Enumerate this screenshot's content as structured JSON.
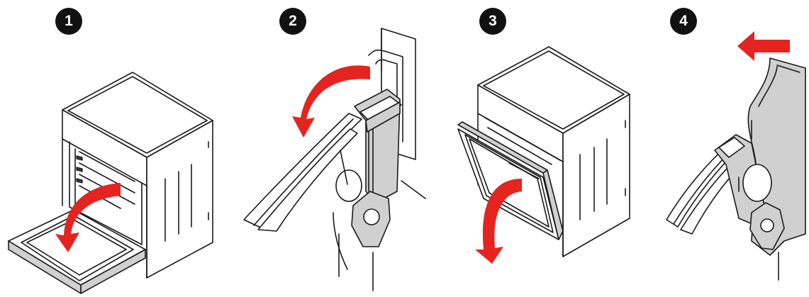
{
  "steps": [
    {
      "number": "1",
      "icon": "oven-door-open-icon"
    },
    {
      "number": "2",
      "icon": "hinge-clip-icon"
    },
    {
      "number": "3",
      "icon": "oven-door-close-icon"
    },
    {
      "number": "4",
      "icon": "hinge-release-icon"
    }
  ],
  "colors": {
    "arrow": "#e52420",
    "badge": "#111111",
    "line": "#1a1a1a",
    "hinge_fill": "#d0d0d0"
  }
}
